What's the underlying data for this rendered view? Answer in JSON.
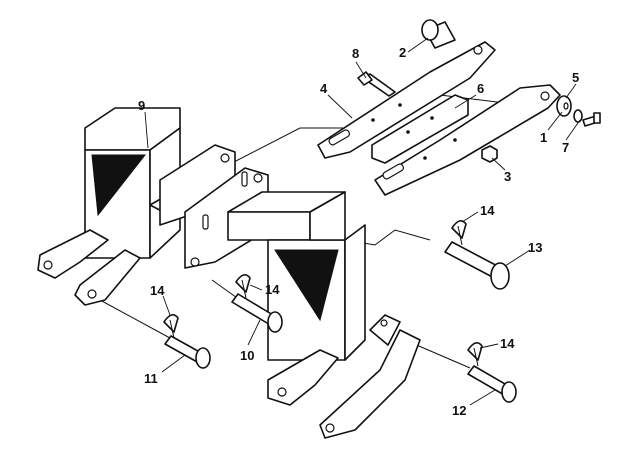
{
  "diagram": {
    "callouts": {
      "c1": "1",
      "c2": "2",
      "c3": "3",
      "c4": "4",
      "c5": "5",
      "c6": "6",
      "c7": "7",
      "c8": "8",
      "c9": "9",
      "c10": "10",
      "c11": "11",
      "c12": "12",
      "c13": "13",
      "c14a": "14",
      "c14b": "14",
      "c14c": "14",
      "c14d": "14"
    }
  }
}
